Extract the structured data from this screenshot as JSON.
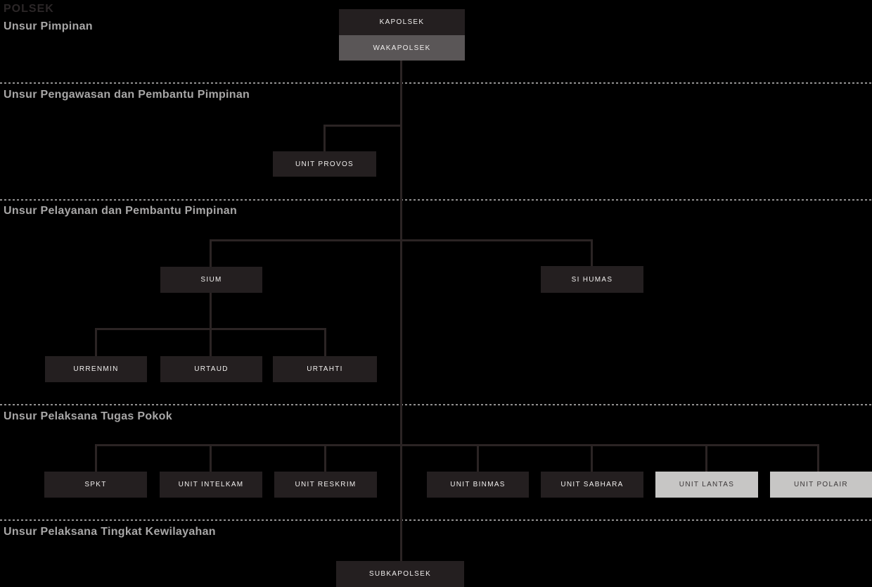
{
  "title": "POLSEK",
  "sections": [
    {
      "label": "Unsur Pimpinan"
    },
    {
      "label": "Unsur Pengawasan dan Pembantu Pimpinan"
    },
    {
      "label": "Unsur Pelayanan dan Pembantu Pimpinan"
    },
    {
      "label": "Unsur Pelaksana Tugas Pokok"
    },
    {
      "label": "Unsur Pelaksana Tingkat Kewilayahan"
    }
  ],
  "nodes": {
    "kapolsek": {
      "label": "KAPOLSEK",
      "variant": "dark"
    },
    "wakapolsek": {
      "label": "WAKAPOLSEK",
      "variant": "gray"
    },
    "unit_provos": {
      "label": "UNIT PROVOS",
      "variant": "dark"
    },
    "sium": {
      "label": "SIUM",
      "variant": "dark"
    },
    "si_humas": {
      "label": "SI HUMAS",
      "variant": "dark"
    },
    "urrenmin": {
      "label": "URRENMIN",
      "variant": "dark"
    },
    "urtaud": {
      "label": "URTAUD",
      "variant": "dark"
    },
    "urtahti": {
      "label": "URTAHTI",
      "variant": "dark"
    },
    "spkt": {
      "label": "SPKT",
      "variant": "dark"
    },
    "unit_intelkam": {
      "label": "UNIT INTELKAM",
      "variant": "dark"
    },
    "unit_reskrim": {
      "label": "UNIT RESKRIM",
      "variant": "dark"
    },
    "unit_binmas": {
      "label": "UNIT BINMAS",
      "variant": "dark"
    },
    "unit_sabhara": {
      "label": "UNIT SABHARA",
      "variant": "dark"
    },
    "unit_lantas": {
      "label": "UNIT LANTAS",
      "variant": "light"
    },
    "unit_polair": {
      "label": "UNIT POLAIR",
      "variant": "light"
    },
    "subkapolsek": {
      "label": "SUBKAPOLSEK",
      "variant": "dark"
    }
  },
  "hierarchy": {
    "root": "KAPOLSEK",
    "edges": [
      [
        "KAPOLSEK",
        "WAKAPOLSEK"
      ],
      [
        "WAKAPOLSEK",
        "UNIT PROVOS"
      ],
      [
        "WAKAPOLSEK",
        "SIUM"
      ],
      [
        "WAKAPOLSEK",
        "SI HUMAS"
      ],
      [
        "SIUM",
        "URRENMIN"
      ],
      [
        "SIUM",
        "URTAUD"
      ],
      [
        "SIUM",
        "URTAHTI"
      ],
      [
        "WAKAPOLSEK",
        "SPKT"
      ],
      [
        "WAKAPOLSEK",
        "UNIT INTELKAM"
      ],
      [
        "WAKAPOLSEK",
        "UNIT RESKRIM"
      ],
      [
        "WAKAPOLSEK",
        "UNIT BINMAS"
      ],
      [
        "WAKAPOLSEK",
        "UNIT SABHARA"
      ],
      [
        "WAKAPOLSEK",
        "UNIT LANTAS"
      ],
      [
        "WAKAPOLSEK",
        "UNIT POLAIR"
      ],
      [
        "WAKAPOLSEK",
        "SUBKAPOLSEK"
      ]
    ]
  },
  "colors": {
    "background": "#000000",
    "box_dark": "#241f20",
    "box_gray": "#5a5657",
    "box_light": "#c7c6c5",
    "box_text_on_dark": "#f1efee",
    "box_text_on_light": "#3b3738",
    "connector": "#2b2424",
    "separator_dots": "#929191",
    "heading": "#a8a7a7",
    "title": "#2c2728"
  }
}
